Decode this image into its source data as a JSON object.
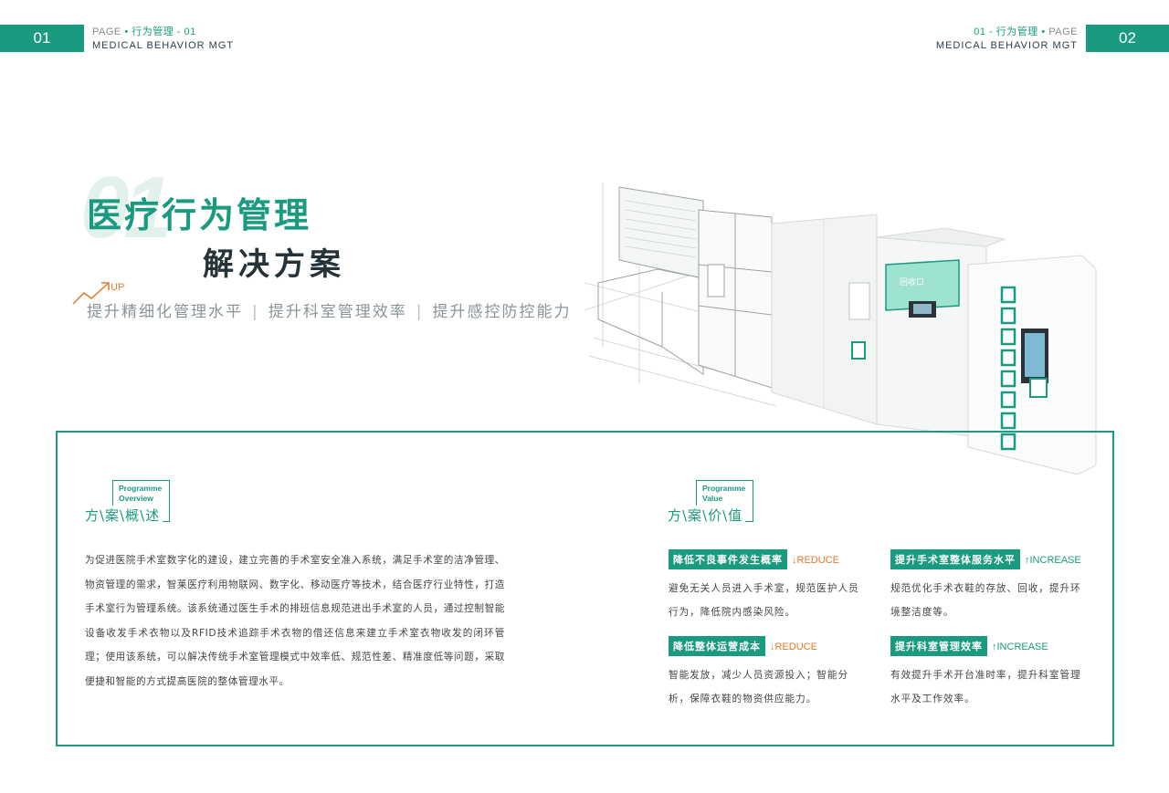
{
  "header": {
    "left_page_no": "01",
    "left_top_prefix": "PAGE",
    "left_top_dot": "•",
    "left_top_suffix": "行为管理 - 01",
    "left_bottom": "MEDICAL BEHAVIOR MGT",
    "right_page_no": "02",
    "right_top_prefix": "01 - 行为管理",
    "right_top_dot": "•",
    "right_top_suffix": "PAGE",
    "right_bottom": "MEDICAL BEHAVIOR MGT"
  },
  "hero": {
    "big_number": "01",
    "title_line1": "医疗行为管理",
    "title_line2": "解决方案",
    "up_label": "UP",
    "slogans": [
      "提升精细化管理水平",
      "提升科室管理效率",
      "提升感控防控能力"
    ]
  },
  "overview": {
    "tag": "Programme Overview",
    "tag_line1": "Programme",
    "tag_line2": "Overview",
    "title": "方\\案\\概\\述",
    "body": "为促进医院手术室数字化的建设，建立完善的手术室安全准入系统，满足手术室的洁净管理、物资管理的需求，智莱医疗利用物联网、数字化、移动医疗等技术，结合医疗行业特性，打造手术室行为管理系统。该系统通过医生手术的排班信息规范进出手术室的人员，通过控制智能设备收发手术衣物以及RFID技术追踪手术衣物的借还信息来建立手术室衣物收发的闭环管理；使用该系统，可以解决传统手术室管理模式中效率低、规范性差、精准度低等问题，采取便捷和智能的方式提高医院的整体管理水平。"
  },
  "value": {
    "tag_line1": "Programme",
    "tag_line2": "Value",
    "title": "方\\案\\价\\值",
    "items": [
      {
        "badge": "降低不良事件发生概率",
        "dir": "↓REDUCE",
        "desc": "避免无关人员进入手术室，规范医护人员行为，降低院内感染风险。"
      },
      {
        "badge": "提升手术室整体服务水平",
        "dir": "↑INCREASE",
        "desc": "规范优化手术衣鞋的存放、回收，提升环境整洁度等。"
      },
      {
        "badge": "降低整体运营成本",
        "dir": "↓REDUCE",
        "desc": "智能发放，减少人员资源投入；智能分析，保障衣鞋的物资供应能力。"
      },
      {
        "badge": "提升科室管理效率",
        "dir": "↑INCREASE",
        "desc": "有效提升手术开台准时率，提升科室管理水平及工作效率。"
      }
    ]
  },
  "illustration": {
    "screen_label": "回收口"
  },
  "colors": {
    "accent": "#1a9a7f",
    "reduce": "#e07a2b",
    "title_dark": "#25323a"
  }
}
